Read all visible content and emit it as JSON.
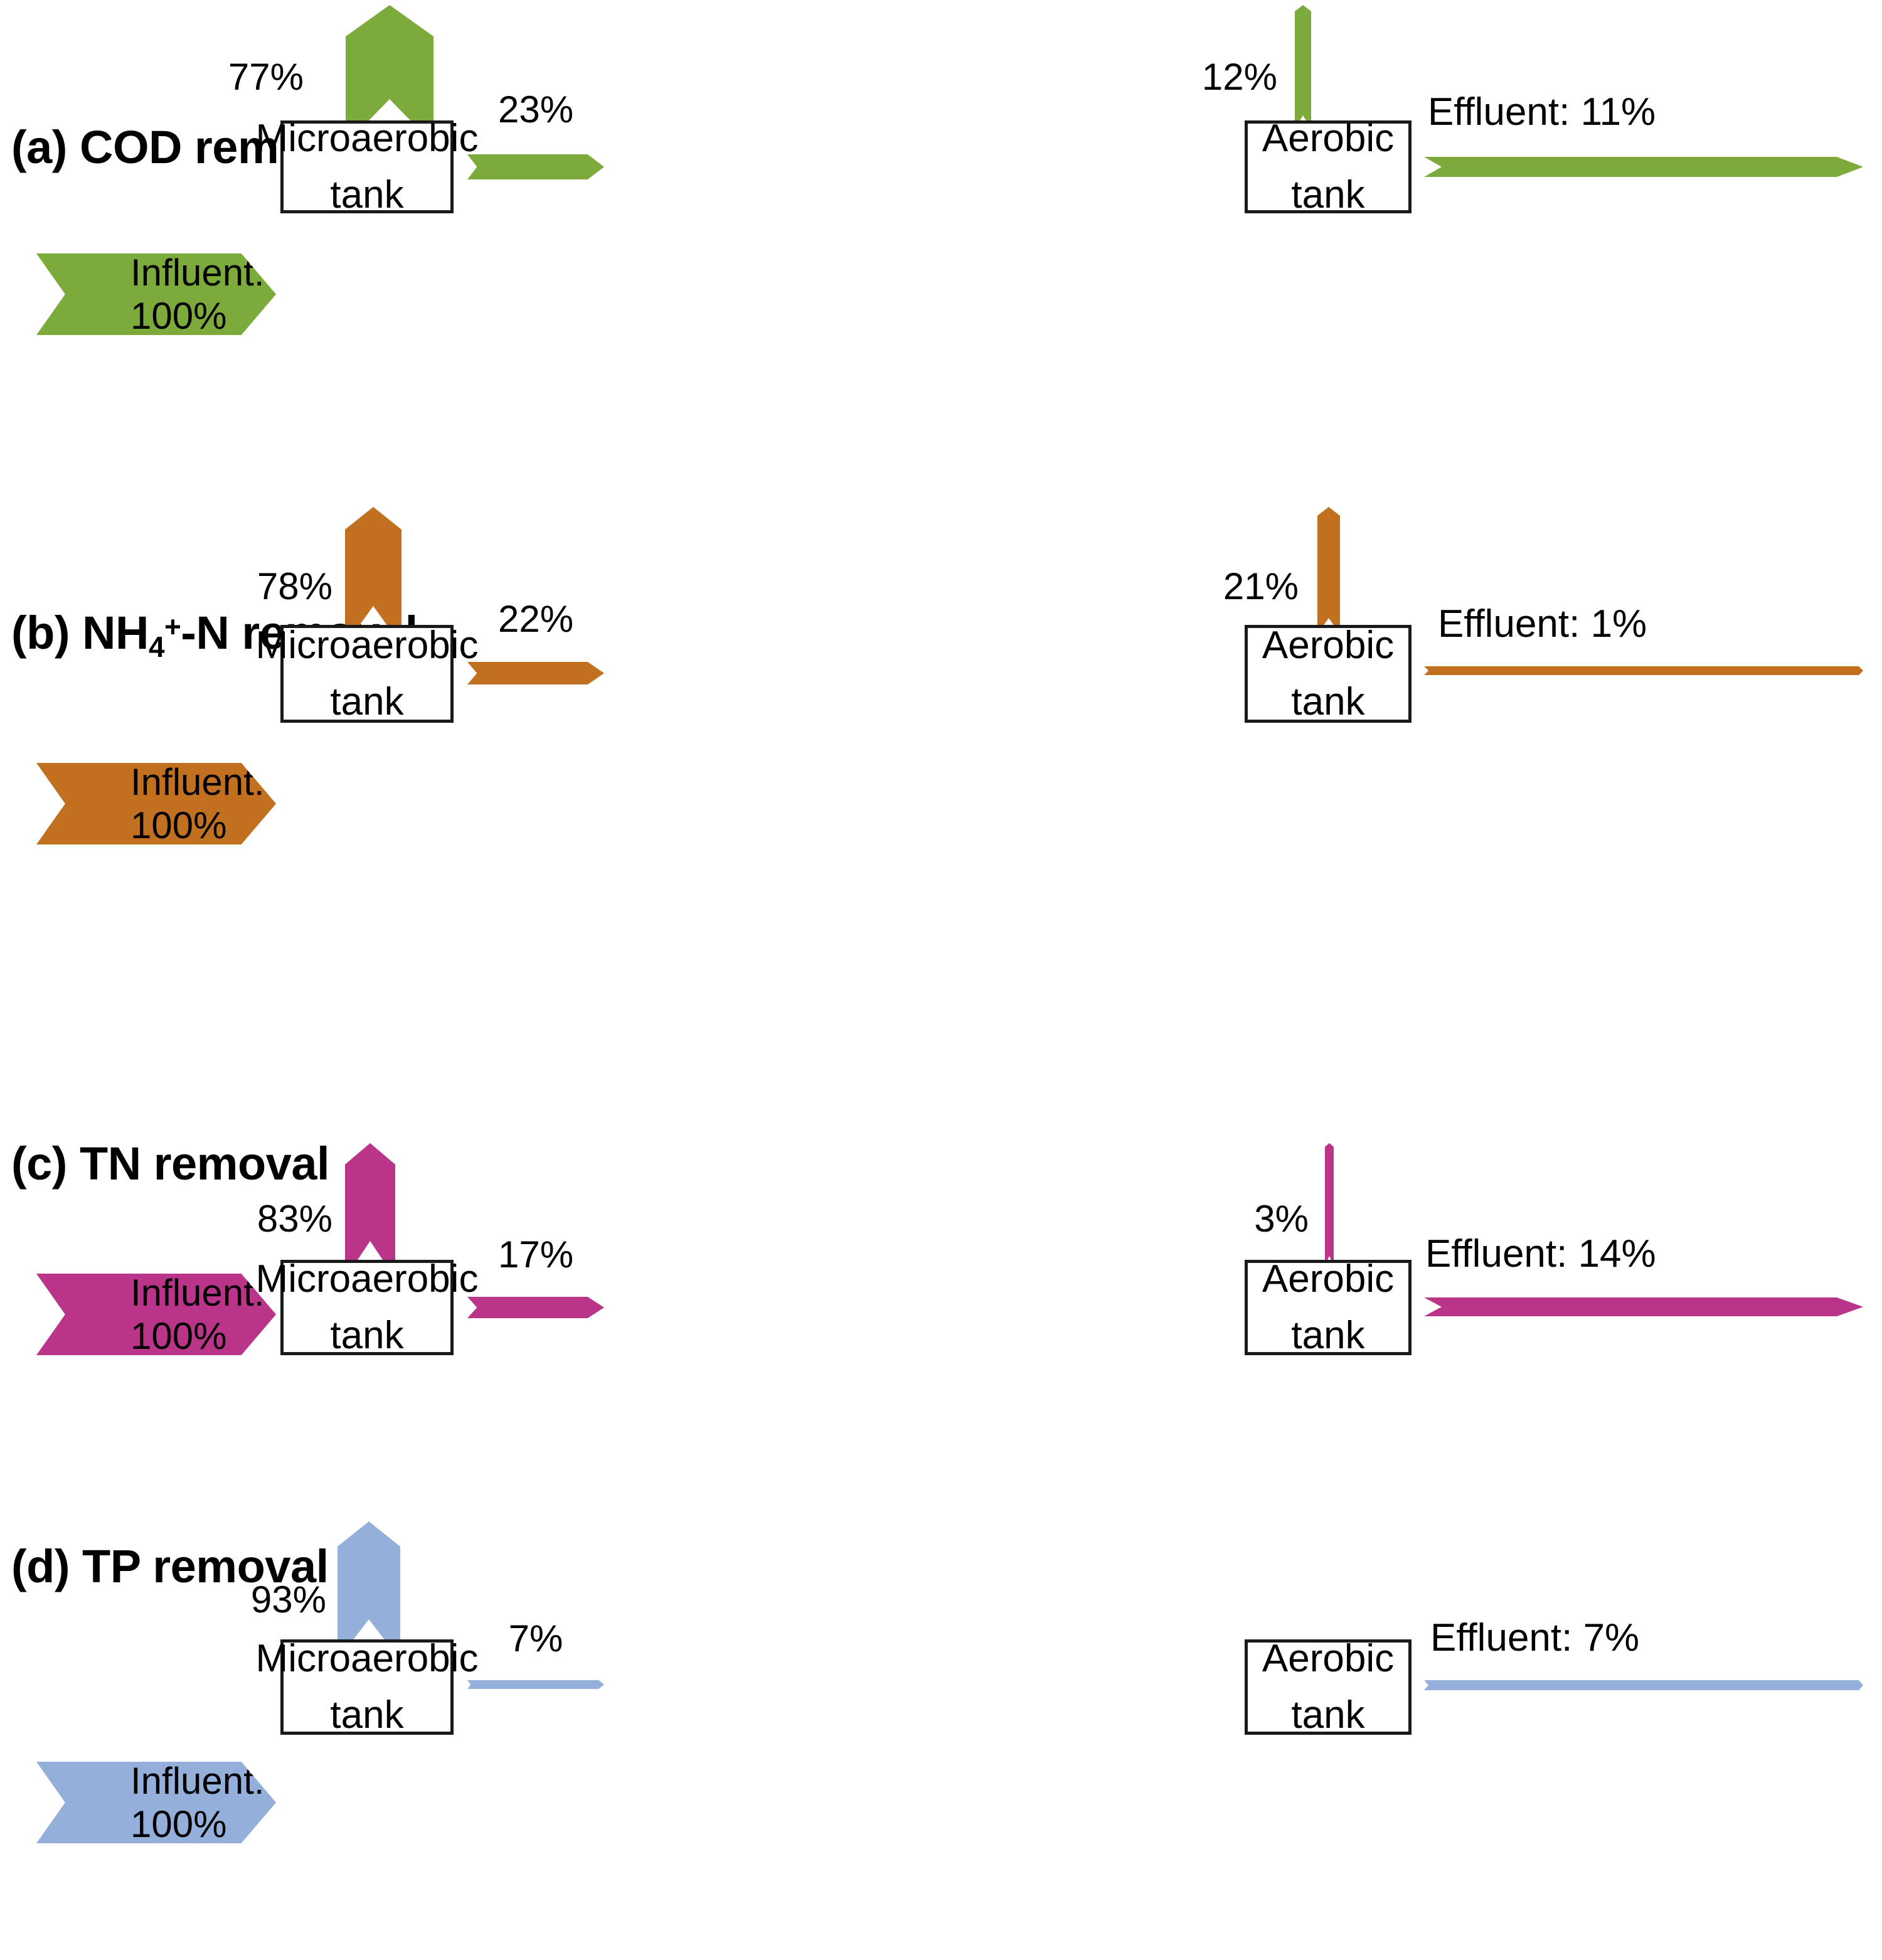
{
  "figure": {
    "kind": "mass-balance-flow-diagram",
    "node_labels": {
      "microaerobic_line1": "Microaerobic",
      "microaerobic_line2": "tank",
      "aerobic_line1": "Aerobic",
      "aerobic_line2": "tank"
    }
  },
  "colors": {
    "cod_green": "#7DAB3B",
    "nh4_orange": "#C17020",
    "tn_magenta": "#BA3589",
    "tp_blue": "#95AFDB",
    "box_border": "#1A1A1A",
    "text": "#000000",
    "background": "#FFFFFF"
  },
  "chart_data": {
    "type": "diagram",
    "title": "Pollutant removal mass balance across microaerobic and aerobic tanks",
    "panels": [
      {
        "id": "a",
        "tag": "(a)",
        "title_plain": "(a) COD removal",
        "parameter": "COD",
        "title_suffix": "removal",
        "color": "#7DAB3B",
        "influent_label": "Influent: 100%",
        "influent_value": 100,
        "microaerobic_removal_label": "77%",
        "microaerobic_removal_value": 77,
        "interstage_label": "23%",
        "interstage_value": 23,
        "aerobic_removal_label": "12%",
        "aerobic_removal_value": 12,
        "effluent_label": "Effluent: 11%",
        "effluent_value": 11
      },
      {
        "id": "b",
        "tag": "(b)",
        "title_plain": "(b) NH4+-N removal",
        "parameter": "NH4+-N",
        "title_suffix": "removal",
        "color": "#C17020",
        "influent_label": "Influent: 100%",
        "influent_value": 100,
        "microaerobic_removal_label": "78%",
        "microaerobic_removal_value": 78,
        "interstage_label": "22%",
        "interstage_value": 22,
        "aerobic_removal_label": "21%",
        "aerobic_removal_value": 21,
        "effluent_label": "Effluent: 1%",
        "effluent_value": 1
      },
      {
        "id": "c",
        "tag": "(c)",
        "title_plain": "(c) TN removal",
        "parameter": "TN",
        "title_suffix": "removal",
        "color": "#BA3589",
        "influent_label": "Influent: 100%",
        "influent_value": 100,
        "microaerobic_removal_label": "83%",
        "microaerobic_removal_value": 83,
        "interstage_label": "17%",
        "interstage_value": 17,
        "aerobic_removal_label": "3%",
        "aerobic_removal_value": 3,
        "effluent_label": "Effluent: 14%",
        "effluent_value": 14
      },
      {
        "id": "d",
        "tag": "(d)",
        "title_plain": "(d) TP removal",
        "parameter": "TP",
        "title_suffix": "removal",
        "color": "#95AFDB",
        "influent_label": "Influent: 100%",
        "influent_value": 100,
        "microaerobic_removal_label": "93%",
        "microaerobic_removal_value": 93,
        "interstage_label": "7%",
        "interstage_value": 7,
        "aerobic_removal_label": "",
        "aerobic_removal_value": 0,
        "effluent_label": "Effluent: 7%",
        "effluent_value": 7
      }
    ]
  },
  "panel_a": {
    "title_prefix": "(a) COD",
    "title_suffix": " removal",
    "influent": "Influent: 100%",
    "up1": "77%",
    "mid": "23%",
    "up2": "12%",
    "effluent": "Effluent: 11%",
    "microaerobic_l1": "Microaerobic",
    "microaerobic_l2": "tank",
    "aerobic_l1": "Aerobic",
    "aerobic_l2": "tank"
  },
  "panel_b": {
    "title_prefix": "(b) NH",
    "title_sub": "4",
    "title_sup": "+",
    "title_suffix": "-N removal",
    "influent": "Influent: 100%",
    "up1": "78%",
    "mid": "22%",
    "up2": "21%",
    "effluent": "Effluent: 1%",
    "microaerobic_l1": "Microaerobic",
    "microaerobic_l2": "tank",
    "aerobic_l1": "Aerobic",
    "aerobic_l2": "tank"
  },
  "panel_c": {
    "title_prefix": "(c) TN",
    "title_suffix": " removal",
    "influent": "Influent: 100%",
    "up1": "83%",
    "mid": "17%",
    "up2": "3%",
    "effluent": "Effluent: 14%",
    "microaerobic_l1": "Microaerobic",
    "microaerobic_l2": "tank",
    "aerobic_l1": "Aerobic",
    "aerobic_l2": "tank"
  },
  "panel_d": {
    "title_prefix": "(d) TP",
    "title_suffix": " removal",
    "influent": "Influent: 100%",
    "up1": "93%",
    "mid": "7%",
    "effluent": "Effluent: 7%",
    "microaerobic_l1": "Microaerobic",
    "microaerobic_l2": "tank",
    "aerobic_l1": "Aerobic",
    "aerobic_l2": "tank"
  }
}
